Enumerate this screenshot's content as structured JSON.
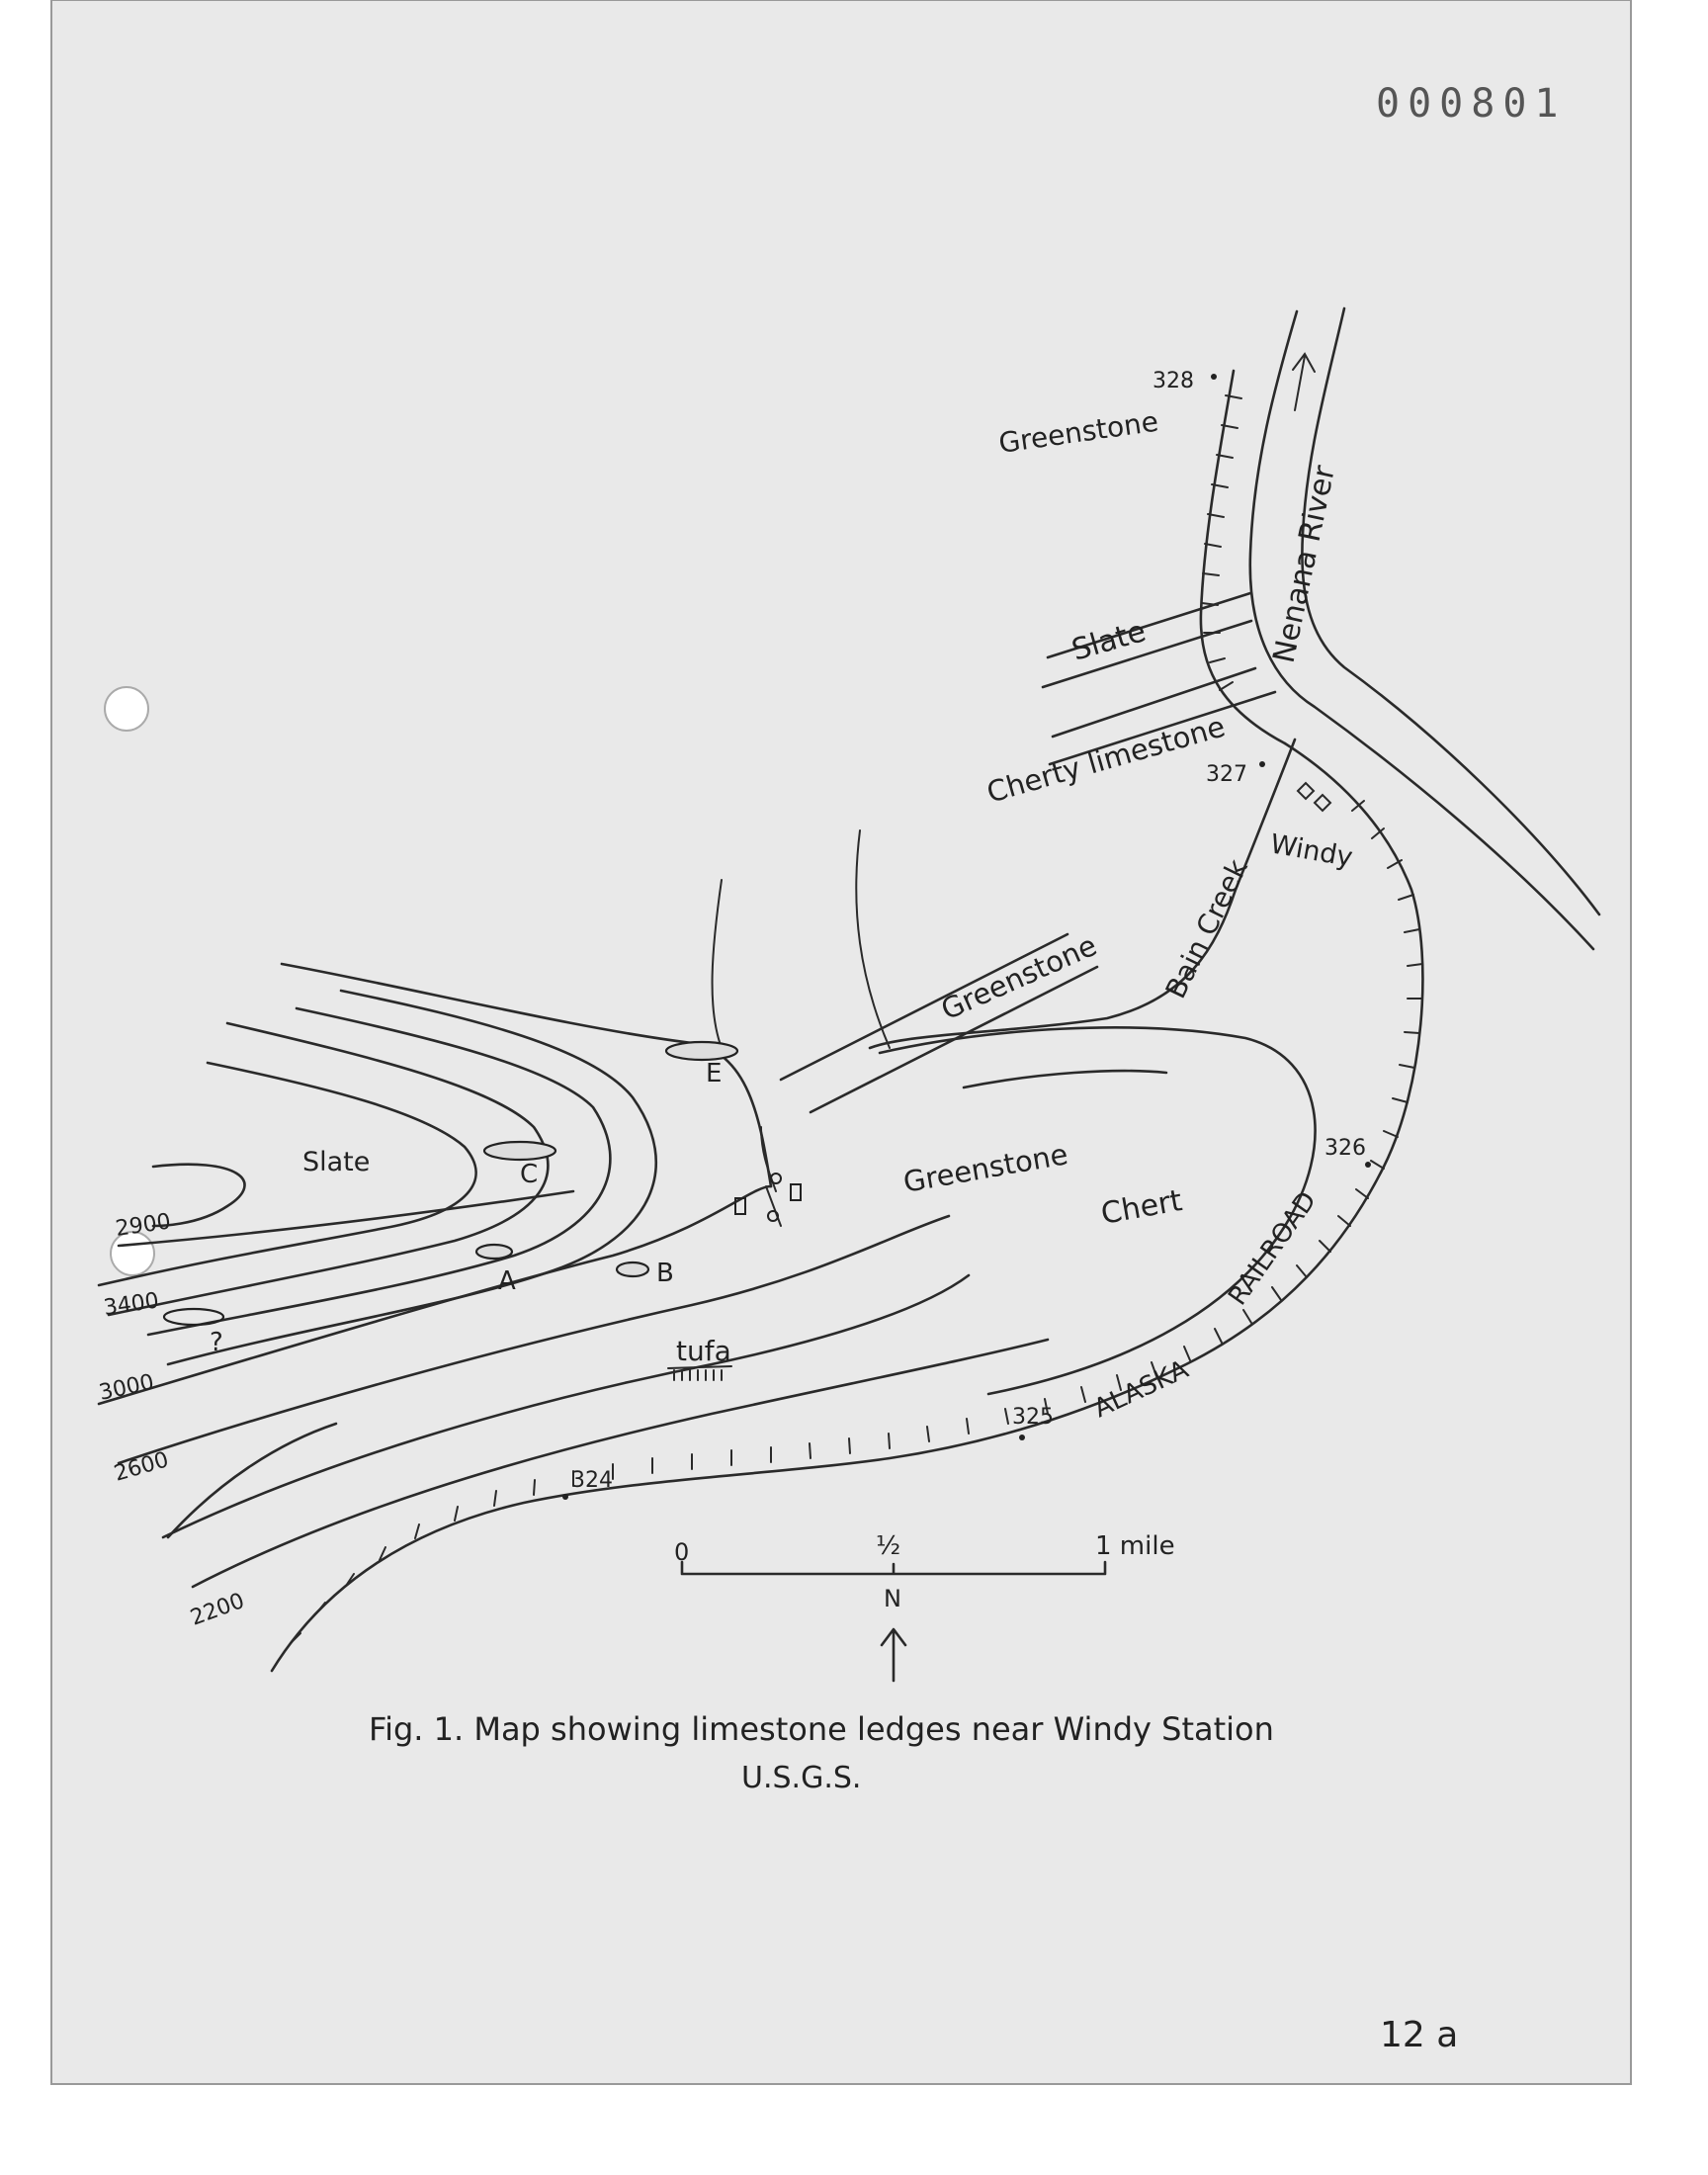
{
  "document": {
    "stamp_number": "000801",
    "page_number": "12 a",
    "caption": "Fig. 1. Map showing limestone ledges near Windy Station",
    "caption_source": "U.S.G.S."
  },
  "map": {
    "formations": {
      "greenstone_north": "Greenstone",
      "slate_north": "Slate",
      "cherty_limestone": "Cherty limestone",
      "greenstone_band": "Greenstone",
      "greenstone_center": "Greenstone",
      "chert": "Chert",
      "slate_west": "Slate",
      "tufa": "tufa"
    },
    "water": {
      "river": "Nenana River",
      "creek": "Bain Creek"
    },
    "places": {
      "station": "Windy",
      "railroad_1": "ALASKA",
      "railroad_2": "RAILROAD"
    },
    "mileposts": [
      "328",
      "327",
      "326",
      "325",
      "324"
    ],
    "contours": [
      "2900",
      "3400",
      "3000",
      "2600",
      "2200"
    ],
    "ledges": [
      "E",
      "C",
      "A",
      "B",
      "?"
    ],
    "scale": {
      "left": "0",
      "mid": "½",
      "right": "1 mile",
      "north": "N"
    }
  }
}
